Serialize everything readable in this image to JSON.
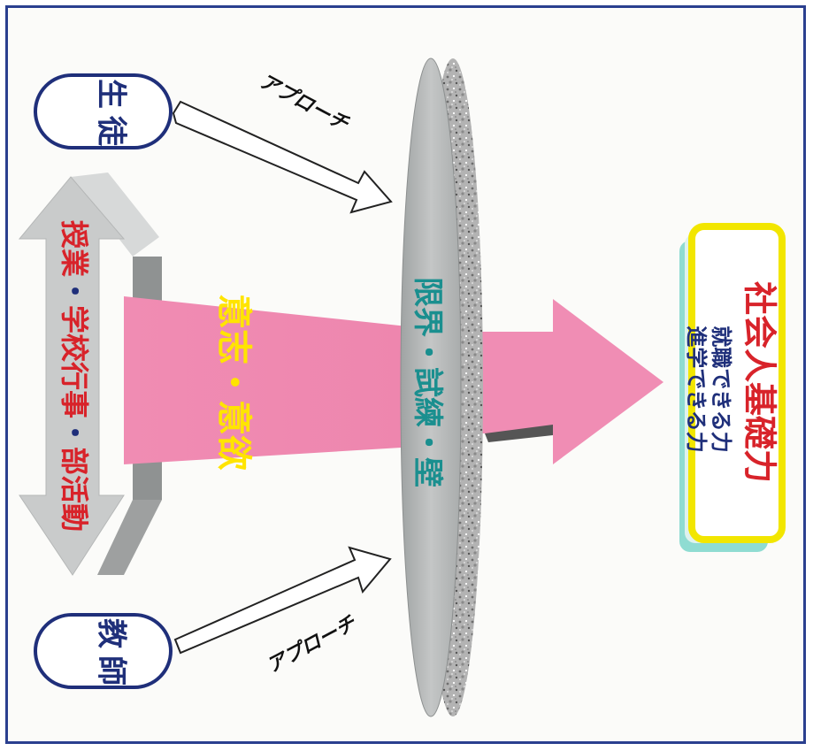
{
  "diagram": {
    "student": {
      "line1": "生",
      "line2": "徒"
    },
    "teacher": {
      "line1": "教",
      "line2": "師"
    },
    "approach_top": "アプローチ",
    "approach_bottom": "アプローチ",
    "activities": {
      "part1": "授業",
      "sep1": "・",
      "part2": "学校行事",
      "sep2": "・",
      "part3": "部活動"
    },
    "will": {
      "part1": "意志",
      "sep": "・",
      "part2": "意欲"
    },
    "wall": {
      "part1": "限界",
      "sep1": "・",
      "part2": "試練",
      "sep2": "・",
      "part3": "壁"
    },
    "goal": {
      "title": "社会人基礎力",
      "line1": "就職できる力",
      "line2": "進学できる力"
    },
    "colors": {
      "frame": "#2a3f8f",
      "navy": "#1f2f7a",
      "red": "#d8232a",
      "teal": "#1a8f8f",
      "yellow": "#ffe400",
      "pink": "#ef8fb5",
      "gray": "#b9bbbb"
    }
  }
}
